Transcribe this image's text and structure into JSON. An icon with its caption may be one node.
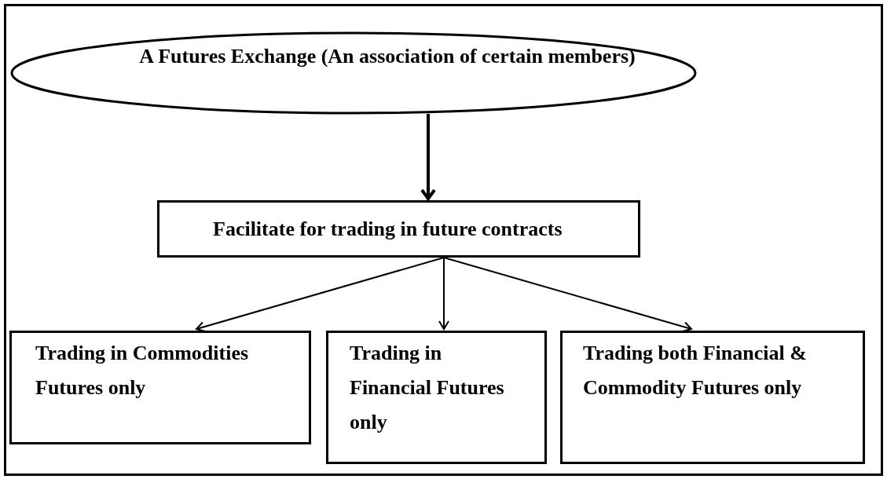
{
  "diagram": {
    "nodes": [
      {
        "text": [
          "A Futures Exchange (An association of certain members)"
        ]
      },
      {
        "text": [
          "Facilitate for trading in future contracts"
        ]
      },
      {
        "text": [
          "Trading in Commodities Futures only"
        ]
      },
      {
        "text": [
          "Trading in Financial Futures only"
        ]
      },
      {
        "text": [
          "Trading both Financial & Commodity Futures only"
        ]
      }
    ],
    "edges": [
      {
        "from": 0,
        "to": 1,
        "arrow": "to",
        "style": "thick"
      },
      {
        "from": 1,
        "to": 2,
        "arrow": "to"
      },
      {
        "from": 1,
        "to": 3,
        "arrow": "to"
      },
      {
        "from": 1,
        "to": 4,
        "arrow": "to"
      }
    ]
  }
}
